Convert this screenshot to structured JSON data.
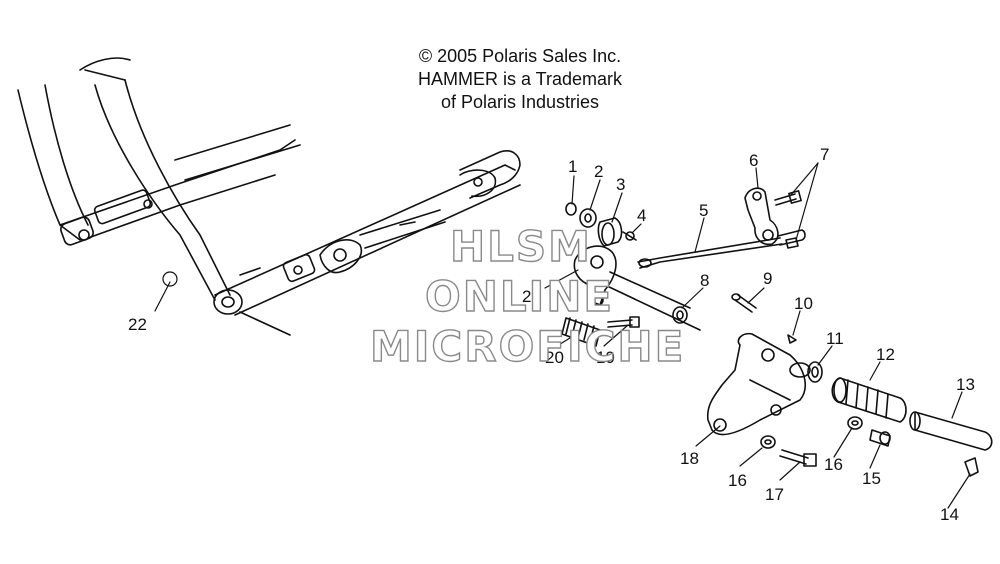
{
  "copyright": {
    "line1": "© 2005 Polaris Sales Inc.",
    "line2": "HAMMER is a Trademark",
    "line3": "of Polaris Industries"
  },
  "watermark": {
    "line1": "HLSM",
    "line2": "ONLINE",
    "line3": "MICROFICHE"
  },
  "callouts": [
    "1",
    "2",
    "3",
    "4",
    "5",
    "6",
    "7",
    "8",
    "9",
    "10",
    "11",
    "12",
    "13",
    "14",
    "15",
    "16",
    "17",
    "18",
    "19",
    "20",
    "21",
    "22"
  ]
}
